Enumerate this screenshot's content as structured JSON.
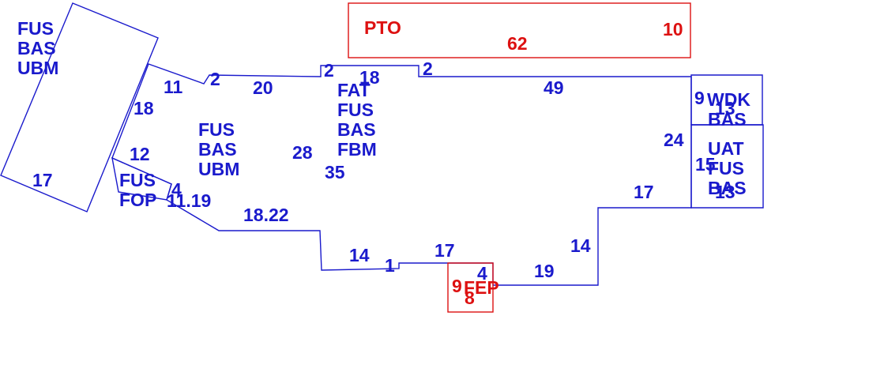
{
  "colors": {
    "building": "#1a1acc",
    "extra": "#dd1111",
    "background": "#ffffff"
  },
  "outlines": [
    {
      "name": "main-building-outline",
      "type": "building"
    },
    {
      "name": "west-wing-outline",
      "type": "building"
    },
    {
      "name": "foyer-outline",
      "type": "building"
    },
    {
      "name": "east-addition-outline",
      "type": "building"
    },
    {
      "name": "east-lower-addition-outline",
      "type": "building"
    },
    {
      "name": "pto-outline",
      "type": "extra"
    },
    {
      "name": "fep-outline",
      "type": "extra"
    }
  ],
  "labels": [
    {
      "id": "west-wing-codes",
      "type": "building",
      "lines": [
        "FUS",
        "BAS",
        "UBM"
      ]
    },
    {
      "id": "main-left-codes",
      "type": "building",
      "lines": [
        "FUS",
        "BAS",
        "UBM"
      ]
    },
    {
      "id": "main-center-codes",
      "type": "building",
      "lines": [
        "FAT",
        "FUS",
        "BAS",
        "FBM"
      ]
    },
    {
      "id": "foyer-codes",
      "type": "building",
      "lines": [
        "FUS",
        "FOP"
      ]
    },
    {
      "id": "east-upper-code",
      "type": "building",
      "lines": [
        "WDK"
      ]
    },
    {
      "id": "east-upper-bas",
      "type": "building",
      "lines": [
        "BAS"
      ]
    },
    {
      "id": "east-lower-codes",
      "type": "building",
      "lines": [
        "UAT",
        "FUS",
        "BAS"
      ]
    },
    {
      "id": "pto-code",
      "type": "extra",
      "lines": [
        "PTO"
      ]
    },
    {
      "id": "fep-code",
      "type": "extra",
      "lines": [
        "FEP"
      ]
    }
  ],
  "dimensions": [
    {
      "id": "dim-west-17",
      "type": "building",
      "value": "17"
    },
    {
      "id": "dim-11",
      "type": "building",
      "value": "11"
    },
    {
      "id": "dim-18-west",
      "type": "building",
      "value": "18"
    },
    {
      "id": "dim-12",
      "type": "building",
      "value": "12"
    },
    {
      "id": "dim-2-a",
      "type": "building",
      "value": "2"
    },
    {
      "id": "dim-20",
      "type": "building",
      "value": "20"
    },
    {
      "id": "dim-28",
      "type": "building",
      "value": "28"
    },
    {
      "id": "dim-4-foyer",
      "type": "building",
      "value": "4"
    },
    {
      "id": "dim-11-19",
      "type": "building",
      "value": "11.19"
    },
    {
      "id": "dim-18-22",
      "type": "building",
      "value": "18.22"
    },
    {
      "id": "dim-2-b",
      "type": "building",
      "value": "2"
    },
    {
      "id": "dim-18-top",
      "type": "building",
      "value": "18"
    },
    {
      "id": "dim-2-c",
      "type": "building",
      "value": "2"
    },
    {
      "id": "dim-49",
      "type": "building",
      "value": "49"
    },
    {
      "id": "dim-35",
      "type": "building",
      "value": "35"
    },
    {
      "id": "dim-24",
      "type": "building",
      "value": "24"
    },
    {
      "id": "dim-17-right",
      "type": "building",
      "value": "17"
    },
    {
      "id": "dim-14-right",
      "type": "building",
      "value": "14"
    },
    {
      "id": "dim-19",
      "type": "building",
      "value": "19"
    },
    {
      "id": "dim-14-left",
      "type": "building",
      "value": "14"
    },
    {
      "id": "dim-1",
      "type": "building",
      "value": "1"
    },
    {
      "id": "dim-17-bottom",
      "type": "building",
      "value": "17"
    },
    {
      "id": "dim-4-bottom",
      "type": "building",
      "value": "4"
    },
    {
      "id": "dim-9-east",
      "type": "building",
      "value": "9"
    },
    {
      "id": "dim-13-upper",
      "type": "building",
      "value": "13"
    },
    {
      "id": "dim-15",
      "type": "building",
      "value": "15"
    },
    {
      "id": "dim-13-lower",
      "type": "building",
      "value": "13"
    },
    {
      "id": "dim-pto-62",
      "type": "extra",
      "value": "62"
    },
    {
      "id": "dim-pto-10",
      "type": "extra",
      "value": "10"
    },
    {
      "id": "dim-fep-9",
      "type": "extra",
      "value": "9"
    },
    {
      "id": "dim-fep-8",
      "type": "extra",
      "value": "8"
    }
  ]
}
